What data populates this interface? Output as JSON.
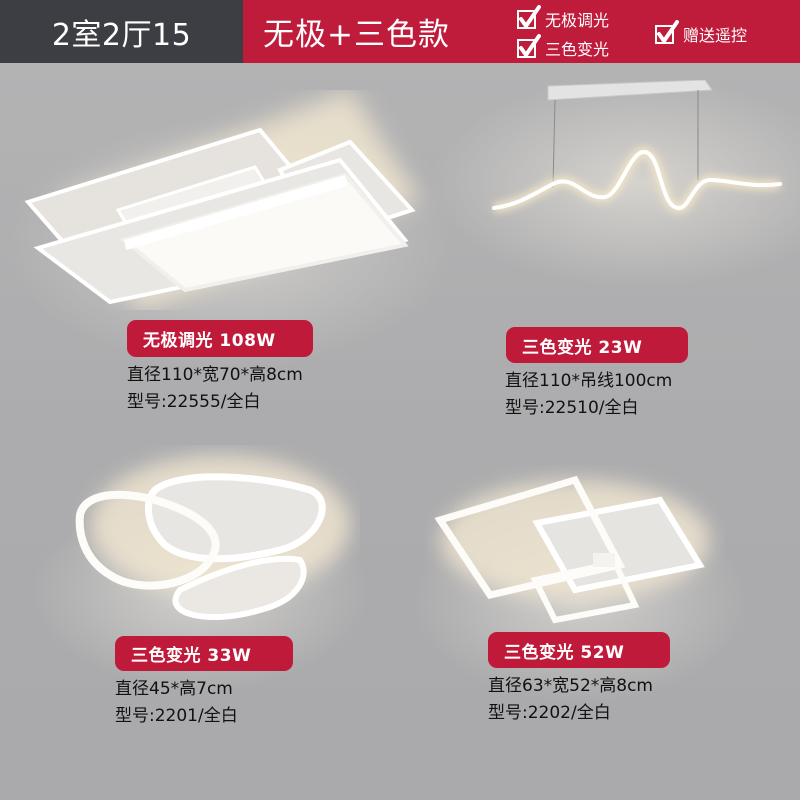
{
  "header": {
    "layout_label": "2室2厅15",
    "title": "无极+三色款",
    "features": [
      {
        "icon": "checkbox-checked-icon",
        "label": "无极调光"
      },
      {
        "icon": "checkbox-checked-icon",
        "label": "三色变光"
      },
      {
        "icon": "checkbox-checked-icon",
        "label": "赠送遥控"
      }
    ]
  },
  "colors": {
    "header_dark": "#3d3e43",
    "accent_red": "#c01a3b",
    "background": "#ababad",
    "text_dark": "#111111"
  },
  "products": [
    {
      "image": "rectangular-ceiling-light",
      "badge": "无极调光 108W",
      "dimensions": "直径110*宽70*高8cm",
      "model": "型号:22555/全白"
    },
    {
      "image": "wave-pendant-light",
      "badge": "三色变光 23W",
      "dimensions": "直径110*吊线100cm",
      "model": "型号:22510/全白"
    },
    {
      "image": "oval-rings-ceiling-light",
      "badge": "三色变光 33W",
      "dimensions": "直径45*高7cm",
      "model": "型号:2201/全白"
    },
    {
      "image": "square-frames-ceiling-light",
      "badge": "三色变光 52W",
      "dimensions": "直径63*宽52*高8cm",
      "model": "型号:2202/全白"
    }
  ]
}
